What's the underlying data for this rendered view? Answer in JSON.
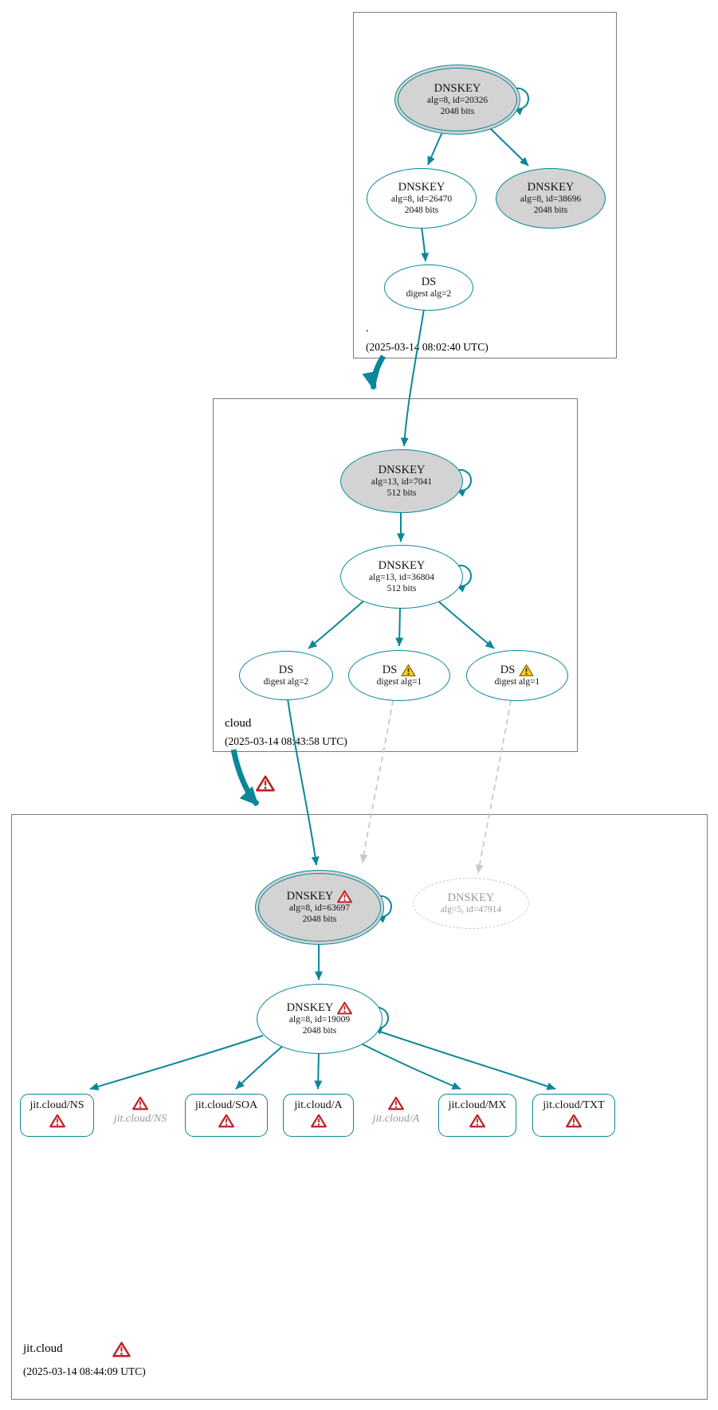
{
  "colors": {
    "edge_teal": "#0a879a",
    "ksk_fill": "#d3d3d3",
    "dashed_gray": "#c9c9c9",
    "error_red": "#bf2026",
    "warning_yellow": "#f8d117",
    "warning_border": "#8a6d00",
    "zone_border": "#7a7a7a",
    "ghost_text": "#9a9a9a"
  },
  "zones": {
    "root": {
      "label": ".",
      "timestamp": "(2025-03-14 08:02:40 UTC)"
    },
    "cloud": {
      "label": "cloud",
      "timestamp": "(2025-03-14 08:43:58 UTC)"
    },
    "jit": {
      "label": "jit.cloud",
      "timestamp": "(2025-03-14 08:44:09 UTC)"
    }
  },
  "nodes": {
    "root_ksk": {
      "type": "DNSKEY",
      "detail1": "alg=8, id=20326",
      "detail2": "2048 bits"
    },
    "root_zsk": {
      "type": "DNSKEY",
      "detail1": "alg=8, id=26470",
      "detail2": "2048 bits"
    },
    "root_key38696": {
      "type": "DNSKEY",
      "detail1": "alg=8, id=38696",
      "detail2": "2048 bits"
    },
    "root_ds": {
      "type": "DS",
      "detail1": "digest alg=2"
    },
    "cloud_ksk": {
      "type": "DNSKEY",
      "detail1": "alg=13, id=7041",
      "detail2": "512 bits"
    },
    "cloud_zsk": {
      "type": "DNSKEY",
      "detail1": "alg=13, id=36804",
      "detail2": "512 bits"
    },
    "cloud_ds_alg2": {
      "type": "DS",
      "detail1": "digest alg=2"
    },
    "cloud_ds_alg1a": {
      "type": "DS",
      "detail1": "digest alg=1"
    },
    "cloud_ds_alg1b": {
      "type": "DS",
      "detail1": "digest alg=1"
    },
    "jit_ksk": {
      "type": "DNSKEY",
      "detail1": "alg=8, id=63697",
      "detail2": "2048 bits"
    },
    "jit_key_insecure": {
      "type": "DNSKEY",
      "detail1": "alg=5, id=47914"
    },
    "jit_zsk": {
      "type": "DNSKEY",
      "detail1": "alg=8, id=19009",
      "detail2": "2048 bits"
    },
    "rrset_ns": {
      "label": "jit.cloud/NS"
    },
    "rrset_ns_ghost": {
      "label": "jit.cloud/NS"
    },
    "rrset_soa": {
      "label": "jit.cloud/SOA"
    },
    "rrset_a": {
      "label": "jit.cloud/A"
    },
    "rrset_a_ghost": {
      "label": "jit.cloud/A"
    },
    "rrset_mx": {
      "label": "jit.cloud/MX"
    },
    "rrset_txt": {
      "label": "jit.cloud/TXT"
    }
  }
}
